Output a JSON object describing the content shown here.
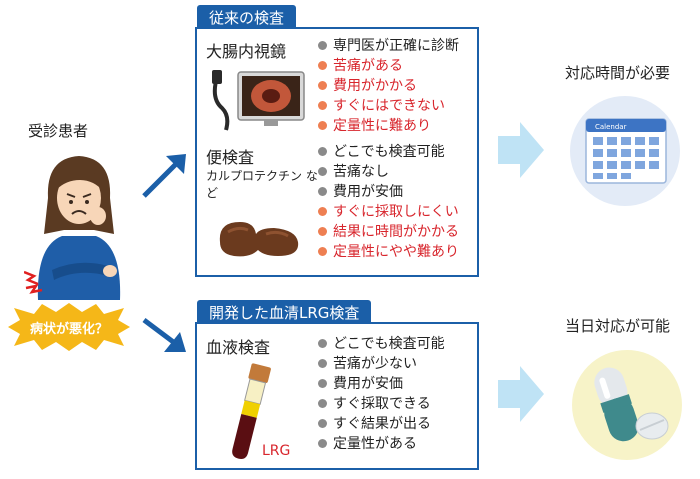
{
  "patient": {
    "label": "受診患者"
  },
  "worsening": {
    "text": "病状が悪化？"
  },
  "conventional": {
    "title": "従来の検査",
    "endoscopy": {
      "name": "大腸内視鏡",
      "items": [
        {
          "text": "専門医が正確に診断",
          "tone": "neutral"
        },
        {
          "text": "苦痛がある",
          "tone": "negative"
        },
        {
          "text": "費用がかかる",
          "tone": "negative"
        },
        {
          "text": "すぐにはできない",
          "tone": "negative"
        },
        {
          "text": "定量性に難あり",
          "tone": "negative"
        }
      ]
    },
    "stool": {
      "name": "便検査",
      "sub": "カルプロテクチン など",
      "items": [
        {
          "text": "どこでも検査可能",
          "tone": "neutral"
        },
        {
          "text": "苦痛なし",
          "tone": "neutral"
        },
        {
          "text": "費用が安価",
          "tone": "neutral"
        },
        {
          "text": "すぐに採取しにくい",
          "tone": "negative"
        },
        {
          "text": "結果に時間がかかる",
          "tone": "negative"
        },
        {
          "text": "定量性にやや難あり",
          "tone": "negative"
        }
      ]
    }
  },
  "developed": {
    "title": "開発した血清LRG検査",
    "blood": {
      "name": "血液検査",
      "tube_label": "LRG",
      "items": [
        {
          "text": "どこでも検査可能",
          "tone": "neutral"
        },
        {
          "text": "苦痛が少ない",
          "tone": "neutral"
        },
        {
          "text": "費用が安価",
          "tone": "neutral"
        },
        {
          "text": "すぐ採取できる",
          "tone": "neutral"
        },
        {
          "text": "すぐ結果が出る",
          "tone": "neutral"
        },
        {
          "text": "定量性がある",
          "tone": "neutral"
        }
      ]
    }
  },
  "results": {
    "conventional": {
      "label": "対応時間が必要",
      "calendar_title": "Calendar"
    },
    "developed": {
      "label": "当日対応が可能"
    }
  },
  "colors": {
    "accent": "#1b5fa8",
    "negative_text": "#d8262d",
    "negative_bullet": "#ee7f52",
    "neutral_bullet": "#8a8a8a",
    "burst": "#f5b718",
    "process_arrow": "#bfe3f5"
  }
}
